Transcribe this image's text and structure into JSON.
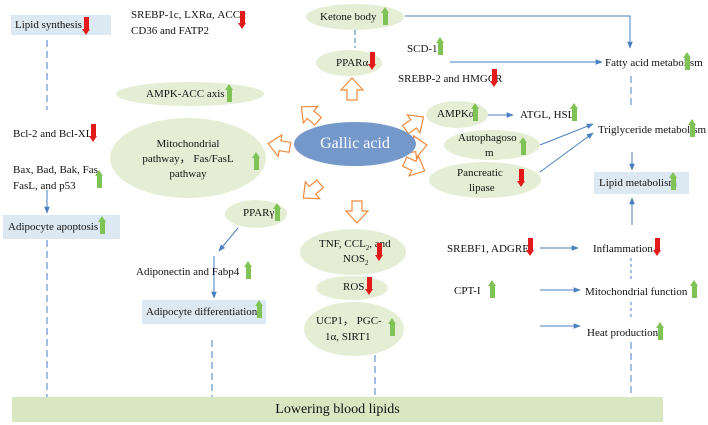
{
  "center": {
    "label": "Gallic acid"
  },
  "bottom_bar": {
    "label": "Lowering blood lipids"
  },
  "nodes": {
    "lipid_synthesis": "Lipid synthesis",
    "srebp_line1": "SREBP-1c, LXRα, ACCα",
    "srebp_line2": "CD36 and FATP2",
    "ampk_acc": "AMPK-ACC axis",
    "bcl": "Bcl-2 and Bcl-XL",
    "bax_line1": "Bax, Bad, Bak, Fas,",
    "bax_line2": "FasL, and p53",
    "adipocyte_apoptosis": "Adipocyte apoptosis",
    "mito_line1": "Mitochondrial",
    "mito_line2": "pathway，  Fas/FasL",
    "mito_line3": "pathway",
    "ketone_body": "Ketone body",
    "ppara": "PPARα",
    "scd1": "SCD-1",
    "srebp2": "SREBP-2 and HMGCR",
    "fatty_acid": "Fatty acid metabolism",
    "ampka": "AMPKα",
    "atgl": "ATGL, HSL",
    "autophagosome_line1": "Autophagoso",
    "autophagosome_line2": "m",
    "pancreatic_line1": "Pancreatic",
    "pancreatic_line2": "lipase",
    "triglyceride": "Triglyceride metabolism",
    "lipid_metabolism": "Lipid metabolism",
    "pparg": "PPARγ",
    "adiponectin": "Adiponectin and Fabp4",
    "adipocyte_diff": "Adipocyte differentiation",
    "tnf_line1": "TNF, CCL",
    "tnf_sub1": "2",
    "tnf_line1b": ", and",
    "tnf_line2": "NOS",
    "tnf_sub2": "2",
    "ros": "ROS",
    "ucp_line1": "UCP1，  PGC-",
    "ucp_line2": "1α, SIRT1",
    "srebf1": "SREBF1, ADGRE",
    "cpt1": "CPT-I",
    "inflammation": "Inflammation",
    "mito_function": "Mitochondrial function",
    "heat": "Heat production"
  },
  "colors": {
    "up_arrow": "#7fc356",
    "down_arrow": "#e21a1a",
    "hub": "#7598cb",
    "ellipse": "#e5eed5",
    "box": "#dde9f2",
    "bar": "#d8e6c2",
    "line": "#4a7fc0",
    "hollow_arrow": "#f08a3c"
  },
  "icons": {
    "increase": "green-up-arrow",
    "decrease": "red-down-arrow"
  }
}
